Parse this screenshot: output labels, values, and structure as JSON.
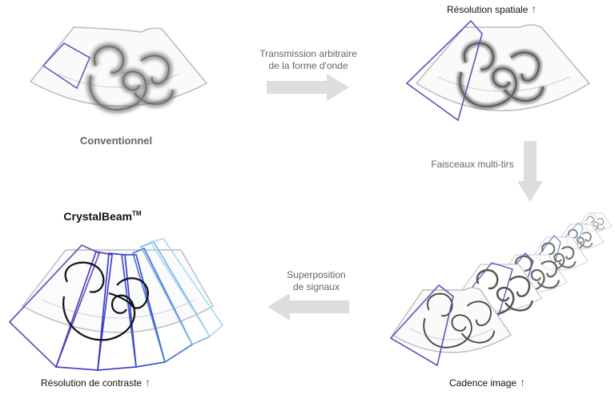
{
  "panels": {
    "conventional": {
      "label": "Conventionnel"
    },
    "spatial": {
      "label": "Résolution spatiale"
    },
    "framerate": {
      "label": "Cadence image"
    },
    "crystalbeam": {
      "title": "CrystalBeam",
      "trademark": "TM",
      "label": "Résolution de contraste"
    }
  },
  "steps": {
    "transmission": {
      "line1": "Transmission arbitraire",
      "line2": "de la forme d'onde"
    },
    "multibeam": {
      "line1": "Faisceaux multi-tirs"
    },
    "superposition": {
      "line1": "Superposition",
      "line2": "de signaux"
    }
  },
  "icons": {
    "improvement": "arrow-up-icon"
  },
  "colors": {
    "arrow_blue": "#1f5fb5",
    "beam_purple": "#6a4fb3",
    "process_arrow": "#dddddd",
    "sector_outline": "#b9b9c4"
  }
}
